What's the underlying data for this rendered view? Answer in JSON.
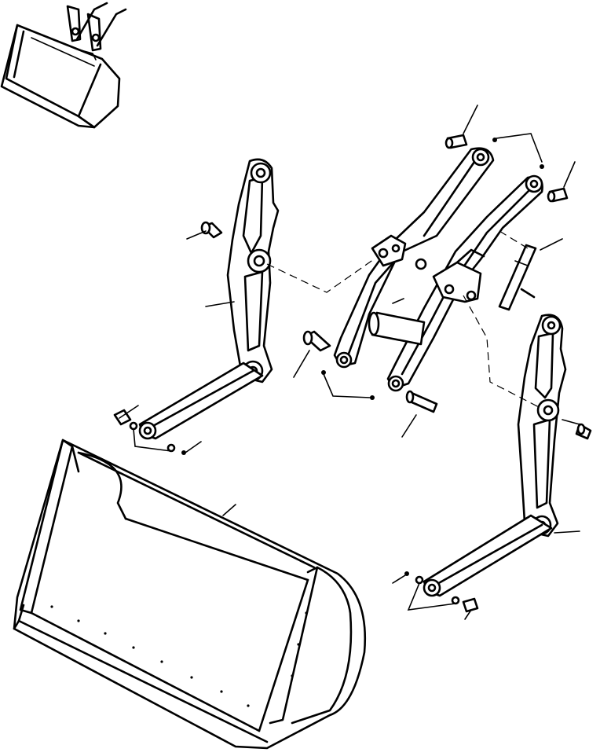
{
  "colors": {
    "line": "#000000",
    "background": "#ffffff"
  },
  "parts": [
    "inset-bucket-view",
    "left-bucket-link",
    "left-link-arm",
    "loader-frame",
    "right-bucket-link",
    "right-link-arm",
    "bucket"
  ]
}
